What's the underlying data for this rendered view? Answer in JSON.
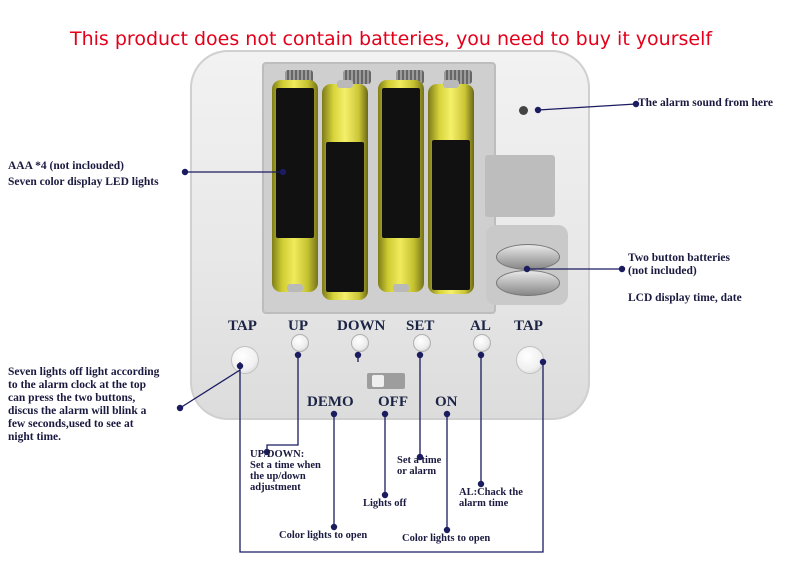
{
  "banner": "This product does not contain batteries, you need to buy it yourself",
  "button_labels": {
    "tap_left": "TAP",
    "up": "UP",
    "down": "DOWN",
    "set": "SET",
    "al": "AL",
    "tap_right": "TAP",
    "demo": "DEMO",
    "off": "OFF",
    "on": "ON"
  },
  "annotations": {
    "alarm_sound": "The alarm sound from here",
    "aaa_line1": "AAA *4 (not inclouded)",
    "aaa_line2": "Seven color display LED lights",
    "button_batt_line1": "Two button batteries",
    "button_batt_line2": "(not included)",
    "lcd": "LCD display time, date",
    "lights_off_line1": "Seven lights off light according",
    "lights_off_line2": "to the alarm clock at the top",
    "lights_off_line3": "can press the two buttons,",
    "lights_off_line4": "discus the alarm will blink a",
    "lights_off_line5": "few seconds,used to see at",
    "lights_off_line6": "night time.",
    "updown_line1": "UP/DOWN:",
    "updown_line2": "Set a time when",
    "updown_line3": "the up/down",
    "updown_line4": "adjustment",
    "set_line1": "Set a time",
    "set_line2": "or alarm",
    "lights_off_short": "Lights off",
    "al_line1": "AL:Chack the",
    "al_line2": "alarm time",
    "color_lights_1": "Color lights to open",
    "color_lights_2": "Color lights to open"
  }
}
